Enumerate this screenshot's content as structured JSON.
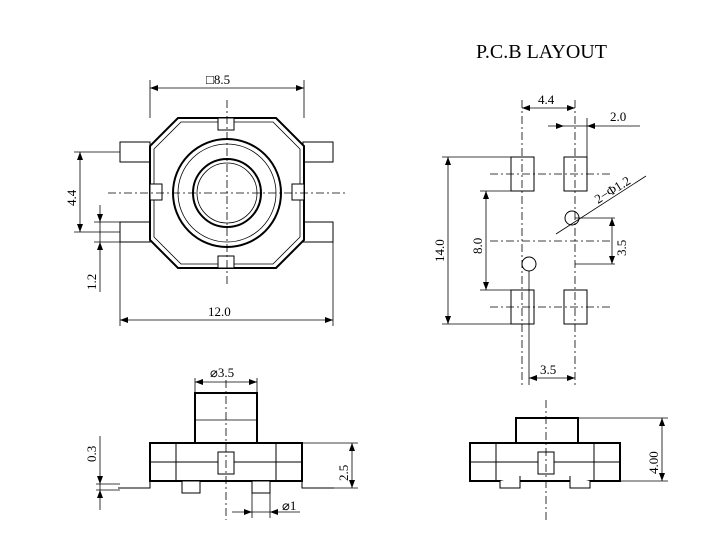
{
  "title": "P.C.B LAYOUT",
  "dims": {
    "top_width": "□8.5",
    "top_overall": "12.0",
    "top_pitch": "4.4",
    "top_pad": "1.2",
    "pcb_44": "4.4",
    "pcb_20": "2.0",
    "pcb_hole": "2−Φ1.2",
    "pcb_140": "14.0",
    "pcb_80": "8.0",
    "pcb_35v": "3.5",
    "pcb_35h": "3.5",
    "side_dia": "⌀3.5",
    "side_03": "0.3",
    "side_25": "2.5",
    "side_phi1": "⌀1",
    "right_400": "4.00"
  }
}
